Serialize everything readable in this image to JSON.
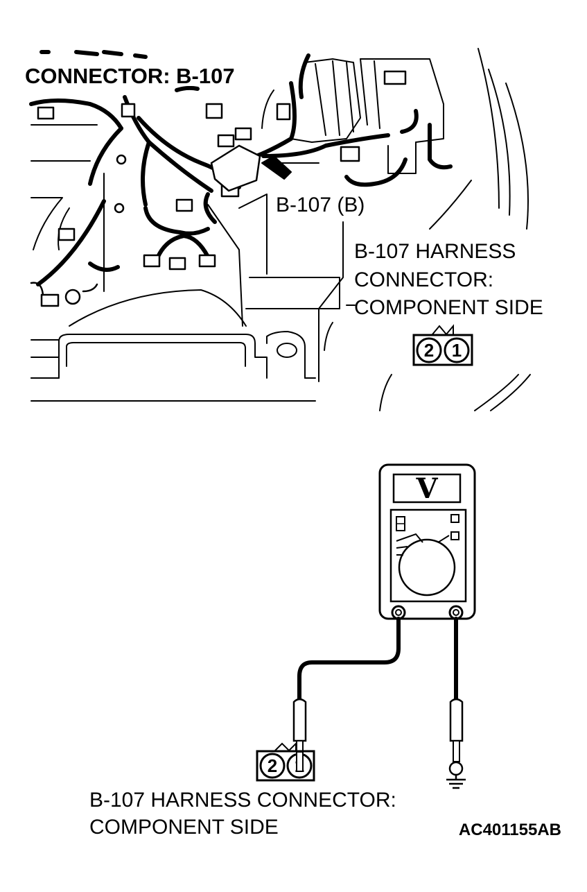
{
  "title": "CONNECTOR: B-107",
  "callout_location": "B-107 (B)",
  "upper_connector_label": [
    "B-107 HARNESS",
    "CONNECTOR:",
    "COMPONENT SIDE"
  ],
  "upper_connector_pins": [
    "2",
    "1"
  ],
  "meter_display": "V",
  "lower_connector_pins": [
    "2",
    "1"
  ],
  "lower_connector_label": [
    "B-107 HARNESS CONNECTOR:",
    "COMPONENT SIDE"
  ],
  "figure_code": "AC401155AB",
  "icons": [
    "multimeter-icon",
    "ground-symbol-icon",
    "test-probe-icon",
    "connector-icon",
    "pointer-arrow-icon"
  ],
  "colors": {
    "line": "#000000",
    "background": "#ffffff"
  }
}
